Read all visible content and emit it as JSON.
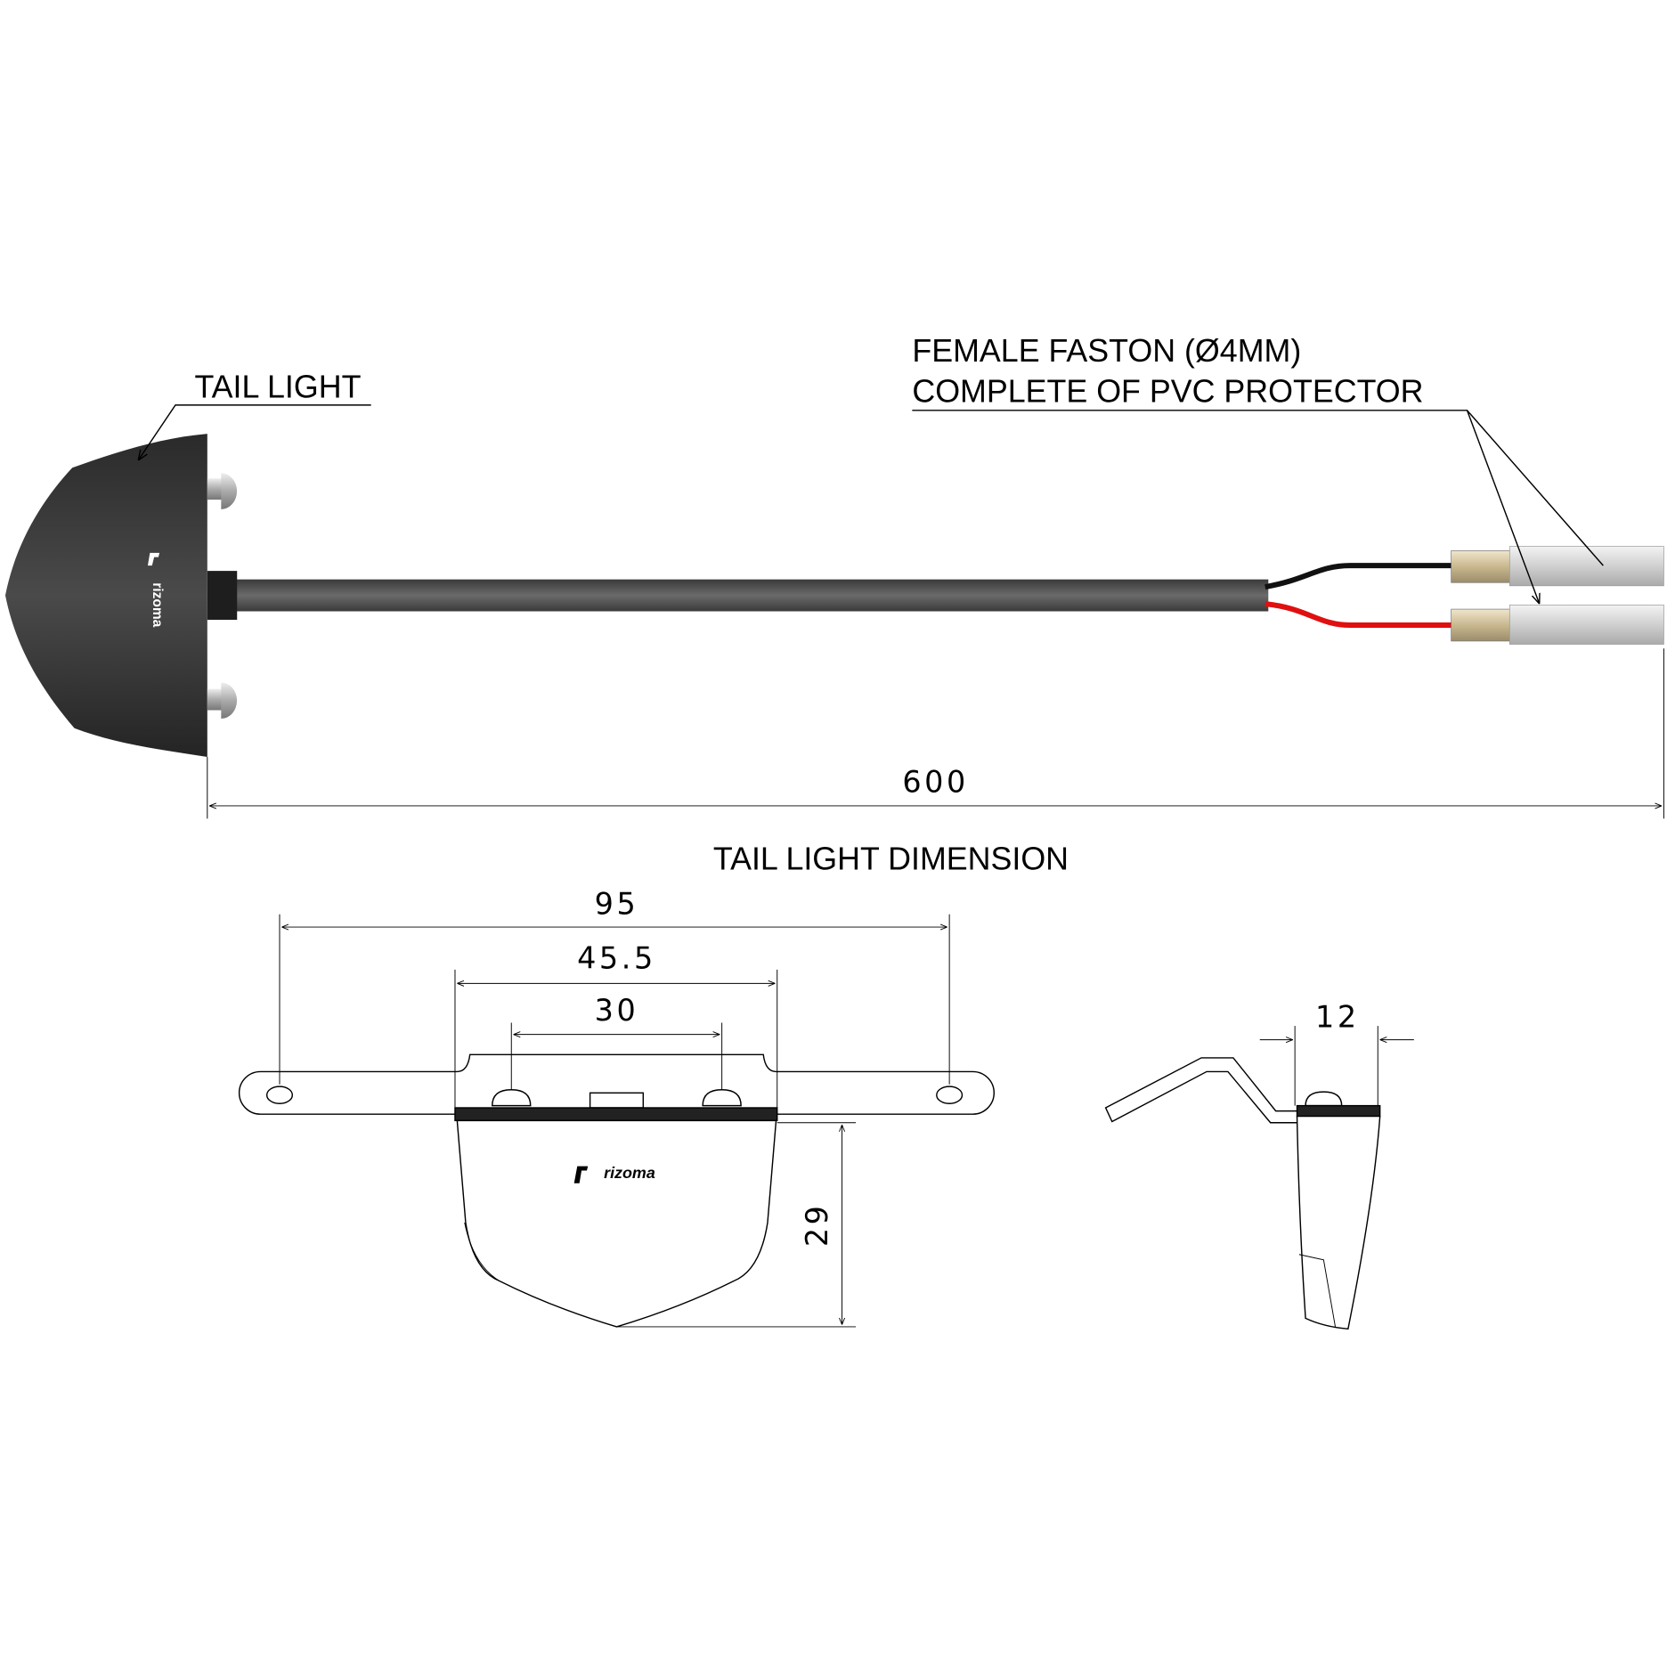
{
  "labels": {
    "tail_light": "TAIL LIGHT",
    "faston_line1": "FEMALE FASTON (Ø4MM)",
    "faston_line2": "COMPLETE OF PVC PROTECTOR",
    "section_title": "TAIL LIGHT DIMENSION"
  },
  "dimensions": {
    "cable_length": "600",
    "mount_width": "95",
    "body_width": "45.5",
    "bolt_spacing": "30",
    "body_height": "29",
    "depth": "12"
  },
  "brand": "rizoma",
  "colors": {
    "body": "#3a3a3a",
    "cable": "#555555",
    "wire_black": "#111111",
    "wire_red": "#e01010"
  }
}
